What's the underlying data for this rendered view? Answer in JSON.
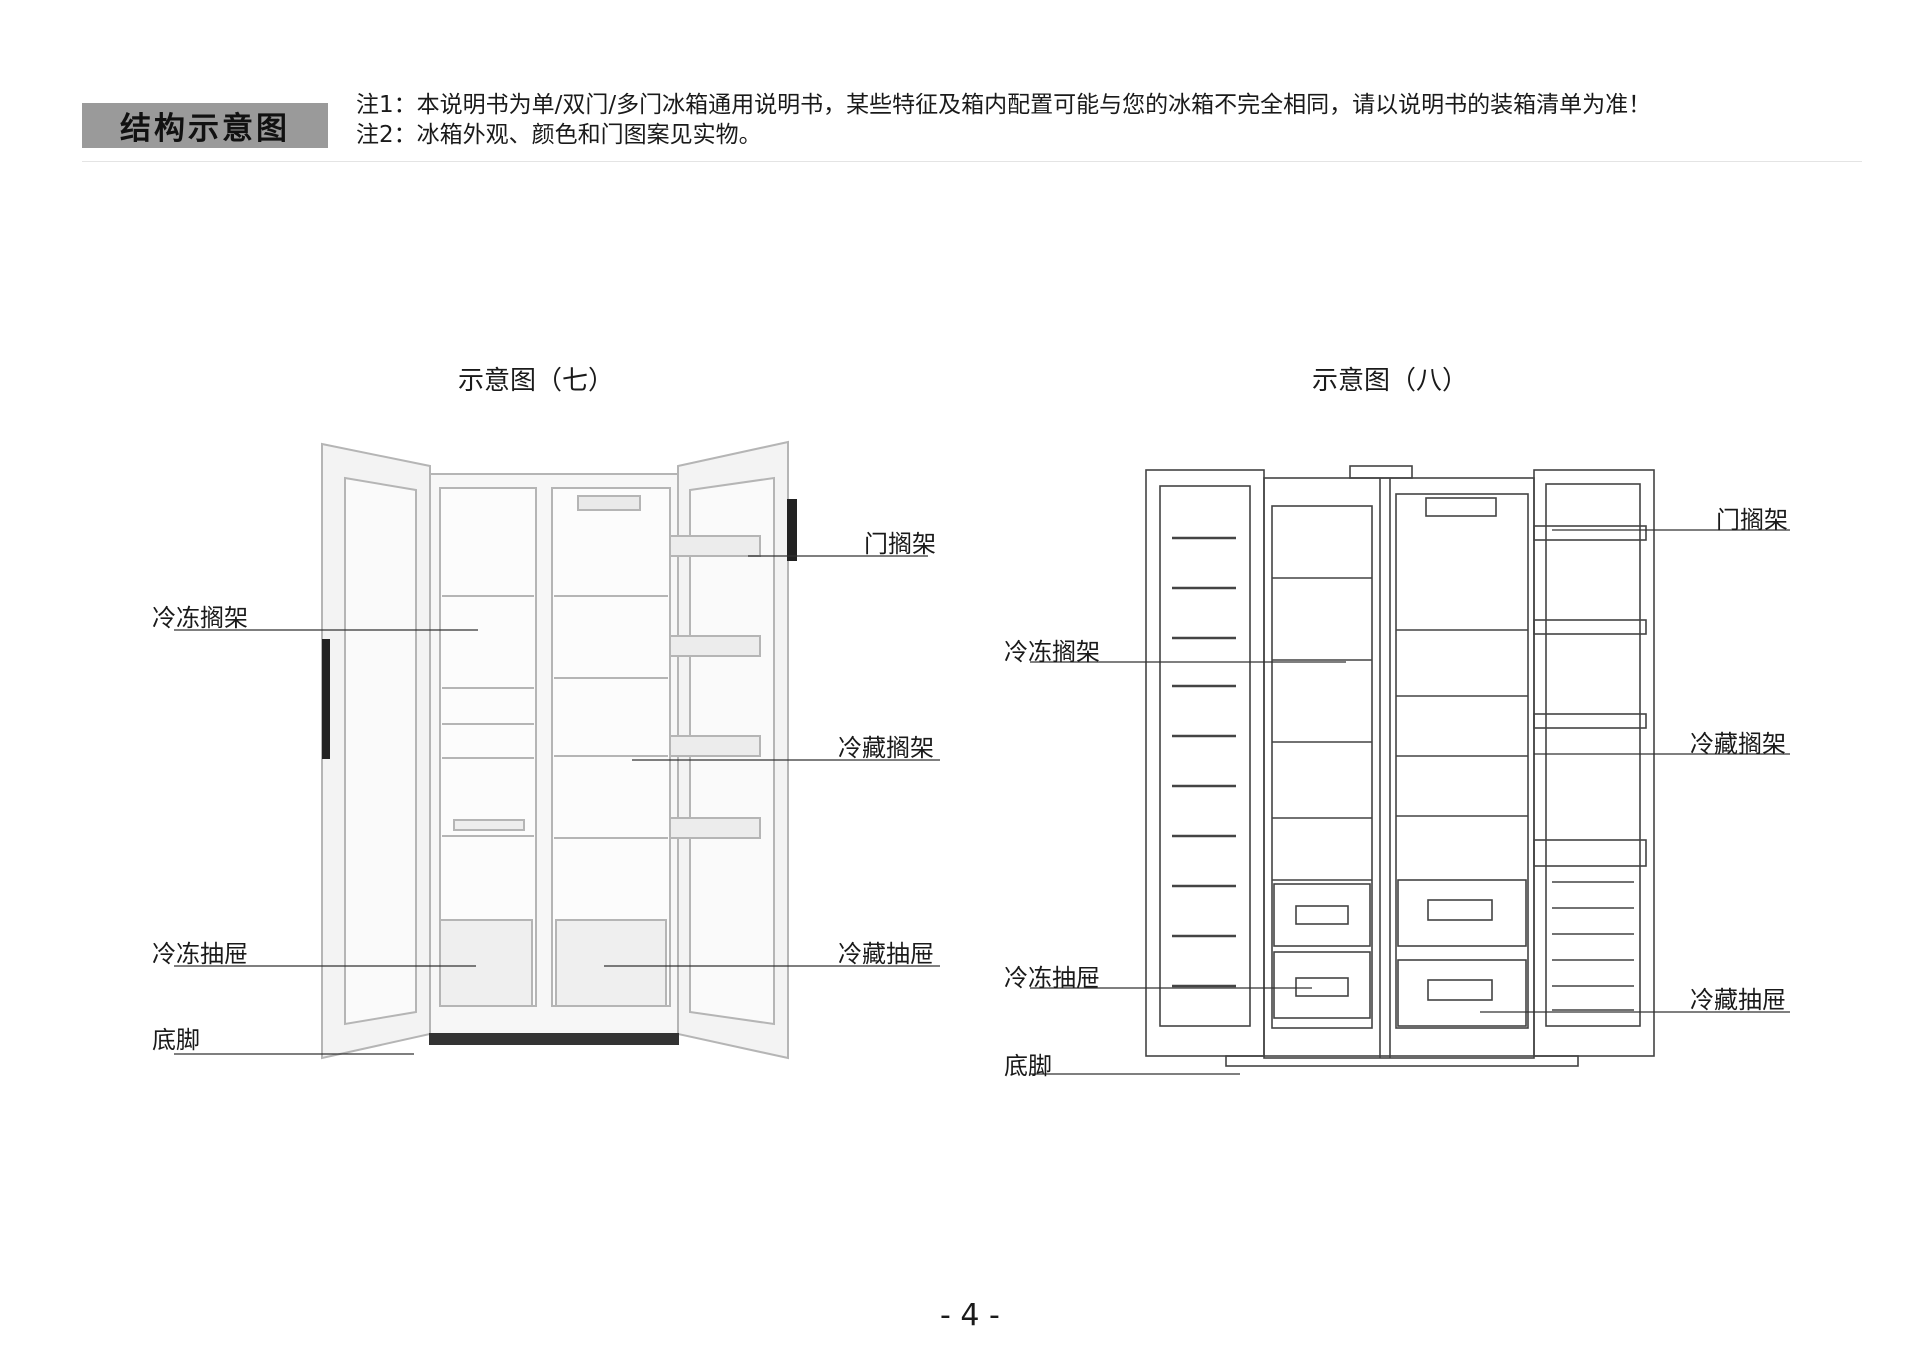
{
  "header": {
    "badge": "结构示意图",
    "note1": "注1：本说明书为单/双门/多门冰箱通用说明书，某些特征及箱内配置可能与您的冰箱不完全相同，请以说明书的装箱清单为准！",
    "note2": "注2：冰箱外观、颜色和门图案见实物。"
  },
  "figure7": {
    "caption": "示意图（七）",
    "labels": {
      "door_shelf": "门搁架",
      "freezer_shelf": "冷冻搁架",
      "fridge_shelf": "冷藏搁架",
      "freezer_drawer": "冷冻抽屉",
      "fridge_drawer": "冷藏抽屉",
      "foot": "底脚"
    }
  },
  "figure8": {
    "caption": "示意图（八）",
    "labels": {
      "door_shelf": "门搁架",
      "freezer_shelf": "冷冻搁架",
      "fridge_shelf": "冷藏搁架",
      "freezer_drawer": "冷冻抽屉",
      "fridge_drawer": "冷藏抽屉",
      "foot": "底脚"
    }
  },
  "footer": {
    "page_number": "- 4 -"
  }
}
